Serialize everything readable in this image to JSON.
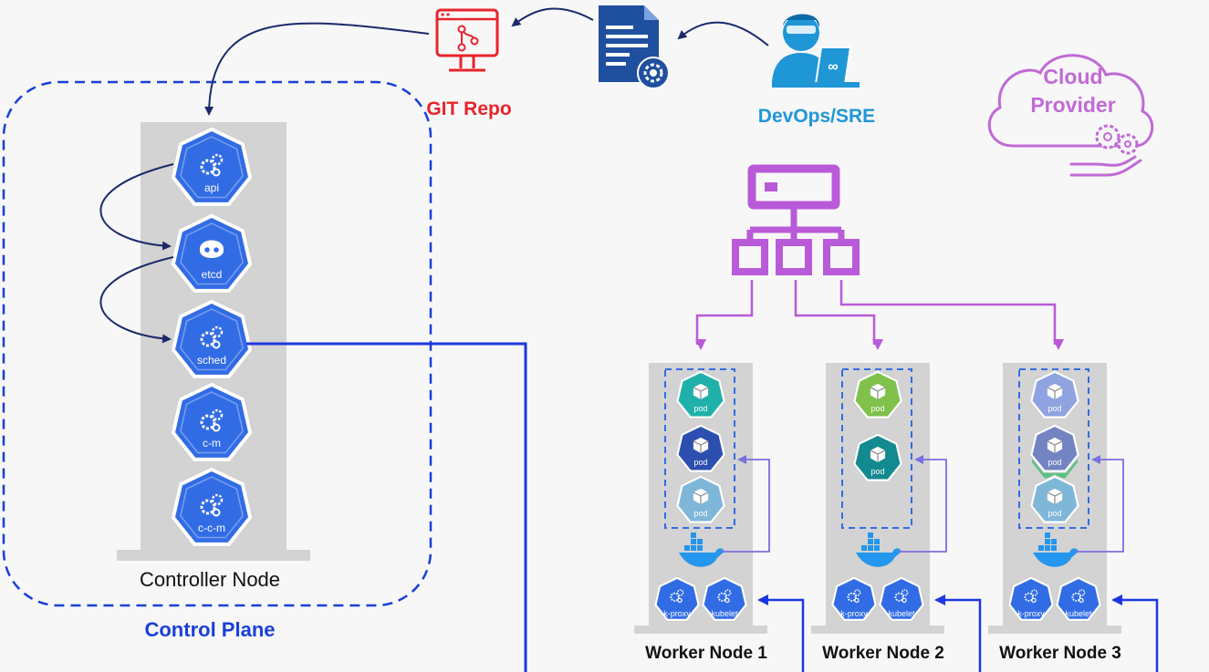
{
  "colors": {
    "background": "#f7f7f7",
    "k8s_blue": "#326ce5",
    "k8s_dark": "#1f4fb4",
    "plane_dash": "#1a3fd8",
    "wire_blue": "#1c37e0",
    "arrow_navy": "#1b2a6b",
    "purple": "#b95ad8",
    "git_red": "#e8242c",
    "devops_blue": "#1f96d6",
    "cloud_purple": "#c06ad6",
    "doc_blue": "#1f4f9f",
    "pillar_gray": "#d3d3d3",
    "pod_teal": "#1fb1a9",
    "pod_green": "#7fc14b",
    "pod_navy": "#2c4fb0",
    "pod_light": "#7fb7d8",
    "pod_lavender": "#8ea3e0",
    "pod_teal_dark": "#138a8f",
    "docker_blue": "#2496ed"
  },
  "labels": {
    "git_repo": "GIT Repo",
    "devops": "DevOps/SRE",
    "cloud_line1": "Cloud",
    "cloud_line2": "Provider",
    "controller_node": "Controller Node",
    "control_plane": "Control Plane"
  },
  "icons": {
    "git": "git-repo-monitor-icon",
    "config": "config-document-gear-icon",
    "devops": "devops-engineer-laptop-icon",
    "cloud": "cloud-provider-icon",
    "load_balancer": "load-balancer-hierarchy-icon",
    "docker": "docker-whale-icon"
  },
  "control_plane": {
    "components": [
      {
        "id": "api",
        "label": "api",
        "icon": "kube-apiserver-icon"
      },
      {
        "id": "etcd",
        "label": "etcd",
        "icon": "etcd-icon"
      },
      {
        "id": "sched",
        "label": "sched",
        "icon": "kube-scheduler-icon"
      },
      {
        "id": "c-m",
        "label": "c-m",
        "icon": "controller-manager-icon"
      },
      {
        "id": "c-c-m",
        "label": "c-c-m",
        "icon": "cloud-controller-manager-icon"
      }
    ]
  },
  "worker_nodes": [
    {
      "label": "Worker Node 1",
      "pods": [
        {
          "label": "pod",
          "color": "#1fb1a9"
        },
        {
          "label": "pod",
          "color": "#2c4fb0"
        },
        {
          "label": "pod",
          "color": "#7fb7d8"
        }
      ],
      "agents": [
        {
          "label": "k-proxy"
        },
        {
          "label": "kubelet"
        }
      ]
    },
    {
      "label": "Worker Node 2",
      "pods": [
        {
          "label": "pod",
          "color": "#7fc14b"
        },
        {
          "label": "pod",
          "color": "#138a8f"
        }
      ],
      "agents": [
        {
          "label": "k-proxy"
        },
        {
          "label": "kubelet"
        }
      ]
    },
    {
      "label": "Worker Node 3",
      "pods": [
        {
          "label": "pod",
          "color": "#8ea3e0"
        },
        {
          "label": "pod",
          "color": "#5a6fb8",
          "overlap_color": "#4fc07a"
        },
        {
          "label": "pod",
          "color": "#7fb7d8"
        }
      ],
      "agents": [
        {
          "label": "k-proxy"
        },
        {
          "label": "kubelet"
        }
      ]
    }
  ]
}
